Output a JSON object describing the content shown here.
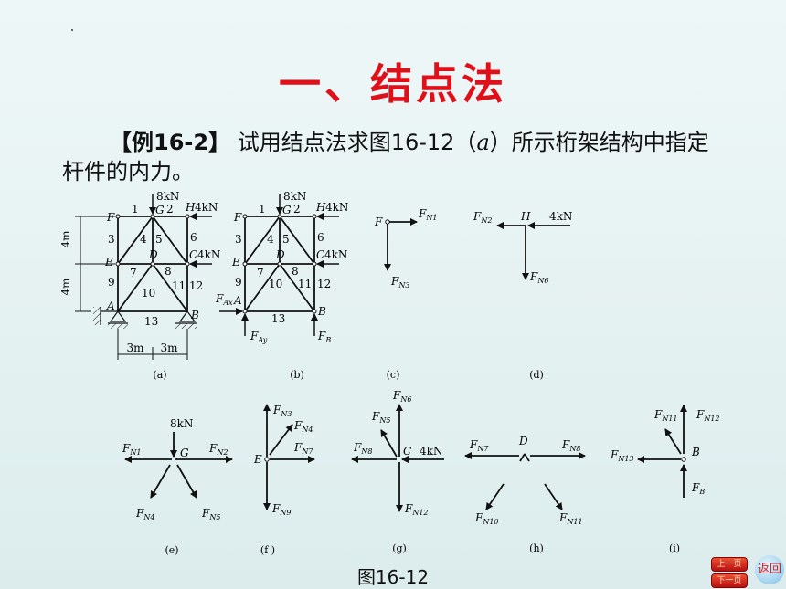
{
  "slide": {
    "title": "一、结点法",
    "problem_tag": "【例16-2】",
    "problem_text_1": " 试用结点法求图16-12（",
    "problem_italic": "a",
    "problem_text_2": "）所示桁架结构中指定杆件的内力。",
    "caption": "图16-12"
  },
  "figure": {
    "sublabels": [
      "(a)",
      "(b)",
      "(c)",
      "(d)",
      "(e)",
      "(f )",
      "(g)",
      "(h)",
      "(i)"
    ],
    "dims": {
      "h1": "4m",
      "h2": "4m",
      "w1": "3m",
      "w2": "3m"
    },
    "loads": {
      "g_load": "8kN",
      "h_load": "4kN",
      "c_load": "4kN"
    },
    "nodes": {
      "A": "A",
      "B": "B",
      "C": "C",
      "D": "D",
      "E": "E",
      "F": "F",
      "G": "G",
      "H": "H"
    },
    "members": [
      "1",
      "2",
      "3",
      "4",
      "5",
      "6",
      "7",
      "8",
      "9",
      "10",
      "11",
      "12",
      "13"
    ],
    "forces": {
      "FN1": "F",
      "FN1_sub": "N1",
      "FN2_sub": "N2",
      "FN3_sub": "N3",
      "FN4_sub": "N4",
      "FN5_sub": "N5",
      "FN6_sub": "N6",
      "FN7_sub": "N7",
      "FN8_sub": "N8",
      "FN9_sub": "N9",
      "FN10_sub": "N10",
      "FN11_sub": "N11",
      "FN12_sub": "N12",
      "FN13_sub": "N13",
      "FAx_sub": "Ax",
      "FAy_sub": "Ay",
      "FB_sub": "B"
    }
  },
  "nav": {
    "prev": "上一页",
    "next": "下一页",
    "back": "返回"
  }
}
